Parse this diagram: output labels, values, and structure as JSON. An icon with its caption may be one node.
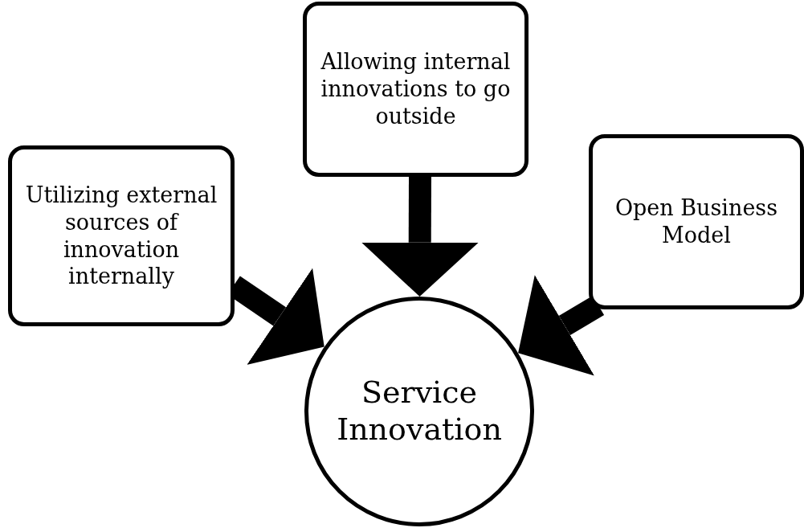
{
  "diagram": {
    "nodes": [
      {
        "text": [
          "Utilizing external sources of innovation internally"
        ]
      },
      {
        "text": [
          "Allowing internal innovations to go outside"
        ]
      },
      {
        "text": [
          "Open Business Model"
        ]
      },
      {
        "text": [
          "Service Innovation"
        ]
      }
    ],
    "edges": [
      {
        "from": 0,
        "to": 3,
        "arrow": "to"
      },
      {
        "from": 1,
        "to": 3,
        "arrow": "to"
      },
      {
        "from": 2,
        "to": 3,
        "arrow": "to"
      }
    ]
  }
}
